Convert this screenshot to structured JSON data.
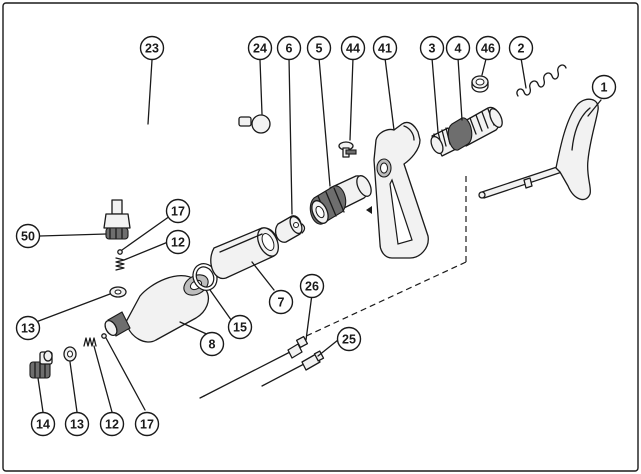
{
  "callouts": [
    {
      "id": "c1",
      "label": "1"
    },
    {
      "id": "c2",
      "label": "2"
    },
    {
      "id": "c3",
      "label": "3"
    },
    {
      "id": "c4",
      "label": "4"
    },
    {
      "id": "c5",
      "label": "5"
    },
    {
      "id": "c6",
      "label": "6"
    },
    {
      "id": "c7",
      "label": "7"
    },
    {
      "id": "c8",
      "label": "8"
    },
    {
      "id": "c12a",
      "label": "12"
    },
    {
      "id": "c12b",
      "label": "12"
    },
    {
      "id": "c13a",
      "label": "13"
    },
    {
      "id": "c13b",
      "label": "13"
    },
    {
      "id": "c14",
      "label": "14"
    },
    {
      "id": "c15",
      "label": "15"
    },
    {
      "id": "c17a",
      "label": "17"
    },
    {
      "id": "c17b",
      "label": "17"
    },
    {
      "id": "c23",
      "label": "23"
    },
    {
      "id": "c24",
      "label": "24"
    },
    {
      "id": "c25",
      "label": "25"
    },
    {
      "id": "c26",
      "label": "26"
    },
    {
      "id": "c41",
      "label": "41"
    },
    {
      "id": "c44",
      "label": "44"
    },
    {
      "id": "c46",
      "label": "46"
    },
    {
      "id": "c50",
      "label": "50"
    }
  ]
}
